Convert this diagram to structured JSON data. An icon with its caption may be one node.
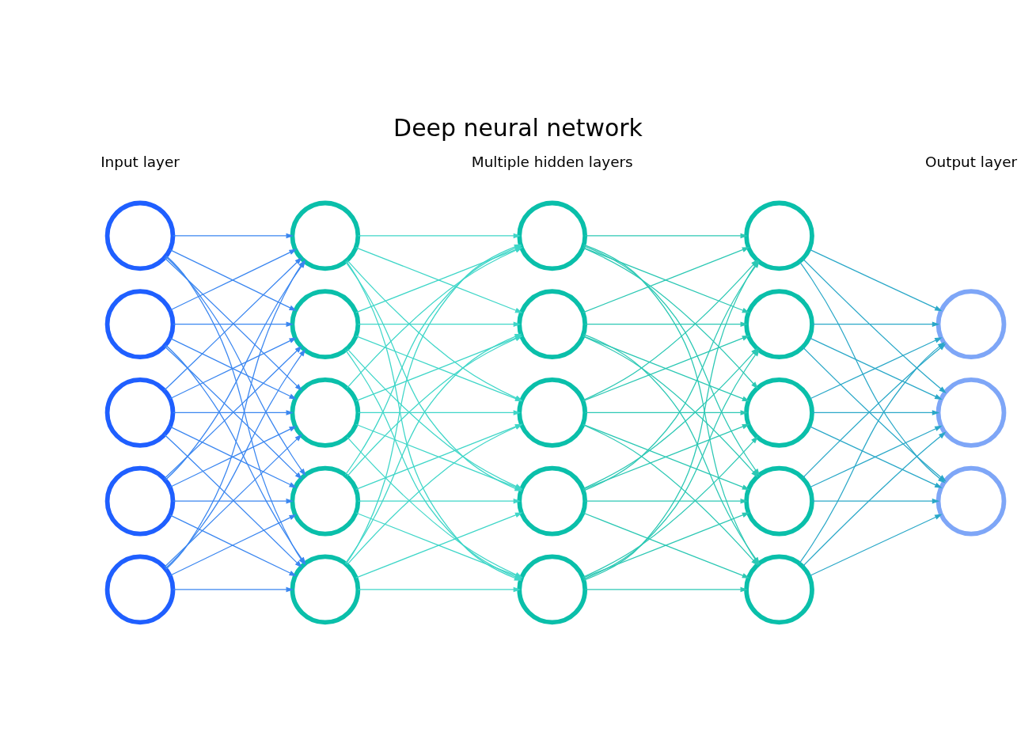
{
  "diagram": {
    "title": "Deep neural network",
    "nodes": [
      {
        "text": [],
        "shape": "circle"
      },
      {
        "text": [],
        "shape": "circle"
      },
      {
        "text": [],
        "shape": "circle"
      },
      {
        "text": [],
        "shape": "circle"
      },
      {
        "text": [],
        "shape": "circle"
      },
      {
        "text": [],
        "shape": "circle"
      },
      {
        "text": [],
        "shape": "circle"
      },
      {
        "text": [],
        "shape": "circle"
      },
      {
        "text": [],
        "shape": "circle"
      },
      {
        "text": [],
        "shape": "circle"
      },
      {
        "text": [],
        "shape": "circle"
      },
      {
        "text": [],
        "shape": "circle"
      },
      {
        "text": [],
        "shape": "circle"
      },
      {
        "text": [],
        "shape": "circle"
      },
      {
        "text": [],
        "shape": "circle"
      },
      {
        "text": [],
        "shape": "circle"
      },
      {
        "text": [],
        "shape": "circle"
      },
      {
        "text": [],
        "shape": "circle"
      },
      {
        "text": [],
        "shape": "circle"
      },
      {
        "text": [],
        "shape": "circle"
      },
      {
        "text": [],
        "shape": "circle"
      },
      {
        "text": [],
        "shape": "circle"
      },
      {
        "text": [],
        "shape": "circle"
      }
    ],
    "edges": [
      {
        "from": 0,
        "to": 5,
        "arrow": "to"
      },
      {
        "from": 0,
        "to": 6,
        "arrow": "to"
      },
      {
        "from": 0,
        "to": 7,
        "arrow": "to"
      },
      {
        "from": 0,
        "to": 8,
        "arrow": "to"
      },
      {
        "from": 0,
        "to": 9,
        "arrow": "to"
      },
      {
        "from": 1,
        "to": 5,
        "arrow": "to"
      },
      {
        "from": 1,
        "to": 6,
        "arrow": "to"
      },
      {
        "from": 1,
        "to": 7,
        "arrow": "to"
      },
      {
        "from": 1,
        "to": 8,
        "arrow": "to"
      },
      {
        "from": 1,
        "to": 9,
        "arrow": "to"
      },
      {
        "from": 2,
        "to": 5,
        "arrow": "to"
      },
      {
        "from": 2,
        "to": 6,
        "arrow": "to"
      },
      {
        "from": 2,
        "to": 7,
        "arrow": "to"
      },
      {
        "from": 2,
        "to": 8,
        "arrow": "to"
      },
      {
        "from": 2,
        "to": 9,
        "arrow": "to"
      },
      {
        "from": 3,
        "to": 5,
        "arrow": "to"
      },
      {
        "from": 3,
        "to": 6,
        "arrow": "to"
      },
      {
        "from": 3,
        "to": 7,
        "arrow": "to"
      },
      {
        "from": 3,
        "to": 8,
        "arrow": "to"
      },
      {
        "from": 3,
        "to": 9,
        "arrow": "to"
      },
      {
        "from": 4,
        "to": 5,
        "arrow": "to"
      },
      {
        "from": 4,
        "to": 6,
        "arrow": "to"
      },
      {
        "from": 4,
        "to": 7,
        "arrow": "to"
      },
      {
        "from": 4,
        "to": 8,
        "arrow": "to"
      },
      {
        "from": 4,
        "to": 9,
        "arrow": "to"
      },
      {
        "from": 5,
        "to": 10,
        "arrow": "to"
      },
      {
        "from": 5,
        "to": 11,
        "arrow": "to"
      },
      {
        "from": 5,
        "to": 12,
        "arrow": "to"
      },
      {
        "from": 5,
        "to": 13,
        "arrow": "to"
      },
      {
        "from": 5,
        "to": 14,
        "arrow": "to"
      },
      {
        "from": 6,
        "to": 10,
        "arrow": "to"
      },
      {
        "from": 6,
        "to": 11,
        "arrow": "to"
      },
      {
        "from": 6,
        "to": 12,
        "arrow": "to"
      },
      {
        "from": 6,
        "to": 13,
        "arrow": "to"
      },
      {
        "from": 6,
        "to": 14,
        "arrow": "to"
      },
      {
        "from": 7,
        "to": 10,
        "arrow": "to"
      },
      {
        "from": 7,
        "to": 11,
        "arrow": "to"
      },
      {
        "from": 7,
        "to": 12,
        "arrow": "to"
      },
      {
        "from": 7,
        "to": 13,
        "arrow": "to"
      },
      {
        "from": 7,
        "to": 14,
        "arrow": "to"
      },
      {
        "from": 8,
        "to": 10,
        "arrow": "to"
      },
      {
        "from": 8,
        "to": 11,
        "arrow": "to"
      },
      {
        "from": 8,
        "to": 12,
        "arrow": "to"
      },
      {
        "from": 8,
        "to": 13,
        "arrow": "to"
      },
      {
        "from": 8,
        "to": 14,
        "arrow": "to"
      },
      {
        "from": 9,
        "to": 10,
        "arrow": "to"
      },
      {
        "from": 9,
        "to": 11,
        "arrow": "to"
      },
      {
        "from": 9,
        "to": 12,
        "arrow": "to"
      },
      {
        "from": 9,
        "to": 13,
        "arrow": "to"
      },
      {
        "from": 9,
        "to": 14,
        "arrow": "to"
      },
      {
        "from": 10,
        "to": 15,
        "arrow": "to"
      },
      {
        "from": 10,
        "to": 16,
        "arrow": "to"
      },
      {
        "from": 10,
        "to": 17,
        "arrow": "to"
      },
      {
        "from": 10,
        "to": 18,
        "arrow": "to"
      },
      {
        "from": 10,
        "to": 19,
        "arrow": "to"
      },
      {
        "from": 11,
        "to": 15,
        "arrow": "to"
      },
      {
        "from": 11,
        "to": 16,
        "arrow": "to"
      },
      {
        "from": 11,
        "to": 17,
        "arrow": "to"
      },
      {
        "from": 11,
        "to": 18,
        "arrow": "to"
      },
      {
        "from": 11,
        "to": 19,
        "arrow": "to"
      },
      {
        "from": 12,
        "to": 15,
        "arrow": "to"
      },
      {
        "from": 12,
        "to": 16,
        "arrow": "to"
      },
      {
        "from": 12,
        "to": 17,
        "arrow": "to"
      },
      {
        "from": 12,
        "to": 18,
        "arrow": "to"
      },
      {
        "from": 12,
        "to": 19,
        "arrow": "to"
      },
      {
        "from": 13,
        "to": 15,
        "arrow": "to"
      },
      {
        "from": 13,
        "to": 16,
        "arrow": "to"
      },
      {
        "from": 13,
        "to": 17,
        "arrow": "to"
      },
      {
        "from": 13,
        "to": 18,
        "arrow": "to"
      },
      {
        "from": 13,
        "to": 19,
        "arrow": "to"
      },
      {
        "from": 14,
        "to": 15,
        "arrow": "to"
      },
      {
        "from": 14,
        "to": 16,
        "arrow": "to"
      },
      {
        "from": 14,
        "to": 17,
        "arrow": "to"
      },
      {
        "from": 14,
        "to": 18,
        "arrow": "to"
      },
      {
        "from": 14,
        "to": 19,
        "arrow": "to"
      },
      {
        "from": 15,
        "to": 20,
        "arrow": "to"
      },
      {
        "from": 15,
        "to": 21,
        "arrow": "to"
      },
      {
        "from": 15,
        "to": 22,
        "arrow": "to"
      },
      {
        "from": 16,
        "to": 20,
        "arrow": "to"
      },
      {
        "from": 16,
        "to": 21,
        "arrow": "to"
      },
      {
        "from": 16,
        "to": 22,
        "arrow": "to"
      },
      {
        "from": 17,
        "to": 20,
        "arrow": "to"
      },
      {
        "from": 17,
        "to": 21,
        "arrow": "to"
      },
      {
        "from": 17,
        "to": 22,
        "arrow": "to"
      },
      {
        "from": 18,
        "to": 20,
        "arrow": "to"
      },
      {
        "from": 18,
        "to": 21,
        "arrow": "to"
      },
      {
        "from": 18,
        "to": 22,
        "arrow": "to"
      },
      {
        "from": 19,
        "to": 20,
        "arrow": "to"
      },
      {
        "from": 19,
        "to": 21,
        "arrow": "to"
      },
      {
        "from": 19,
        "to": 22,
        "arrow": "to"
      }
    ],
    "labels": [
      "Input layer",
      "Multiple hidden layers",
      "Output layer"
    ]
  }
}
